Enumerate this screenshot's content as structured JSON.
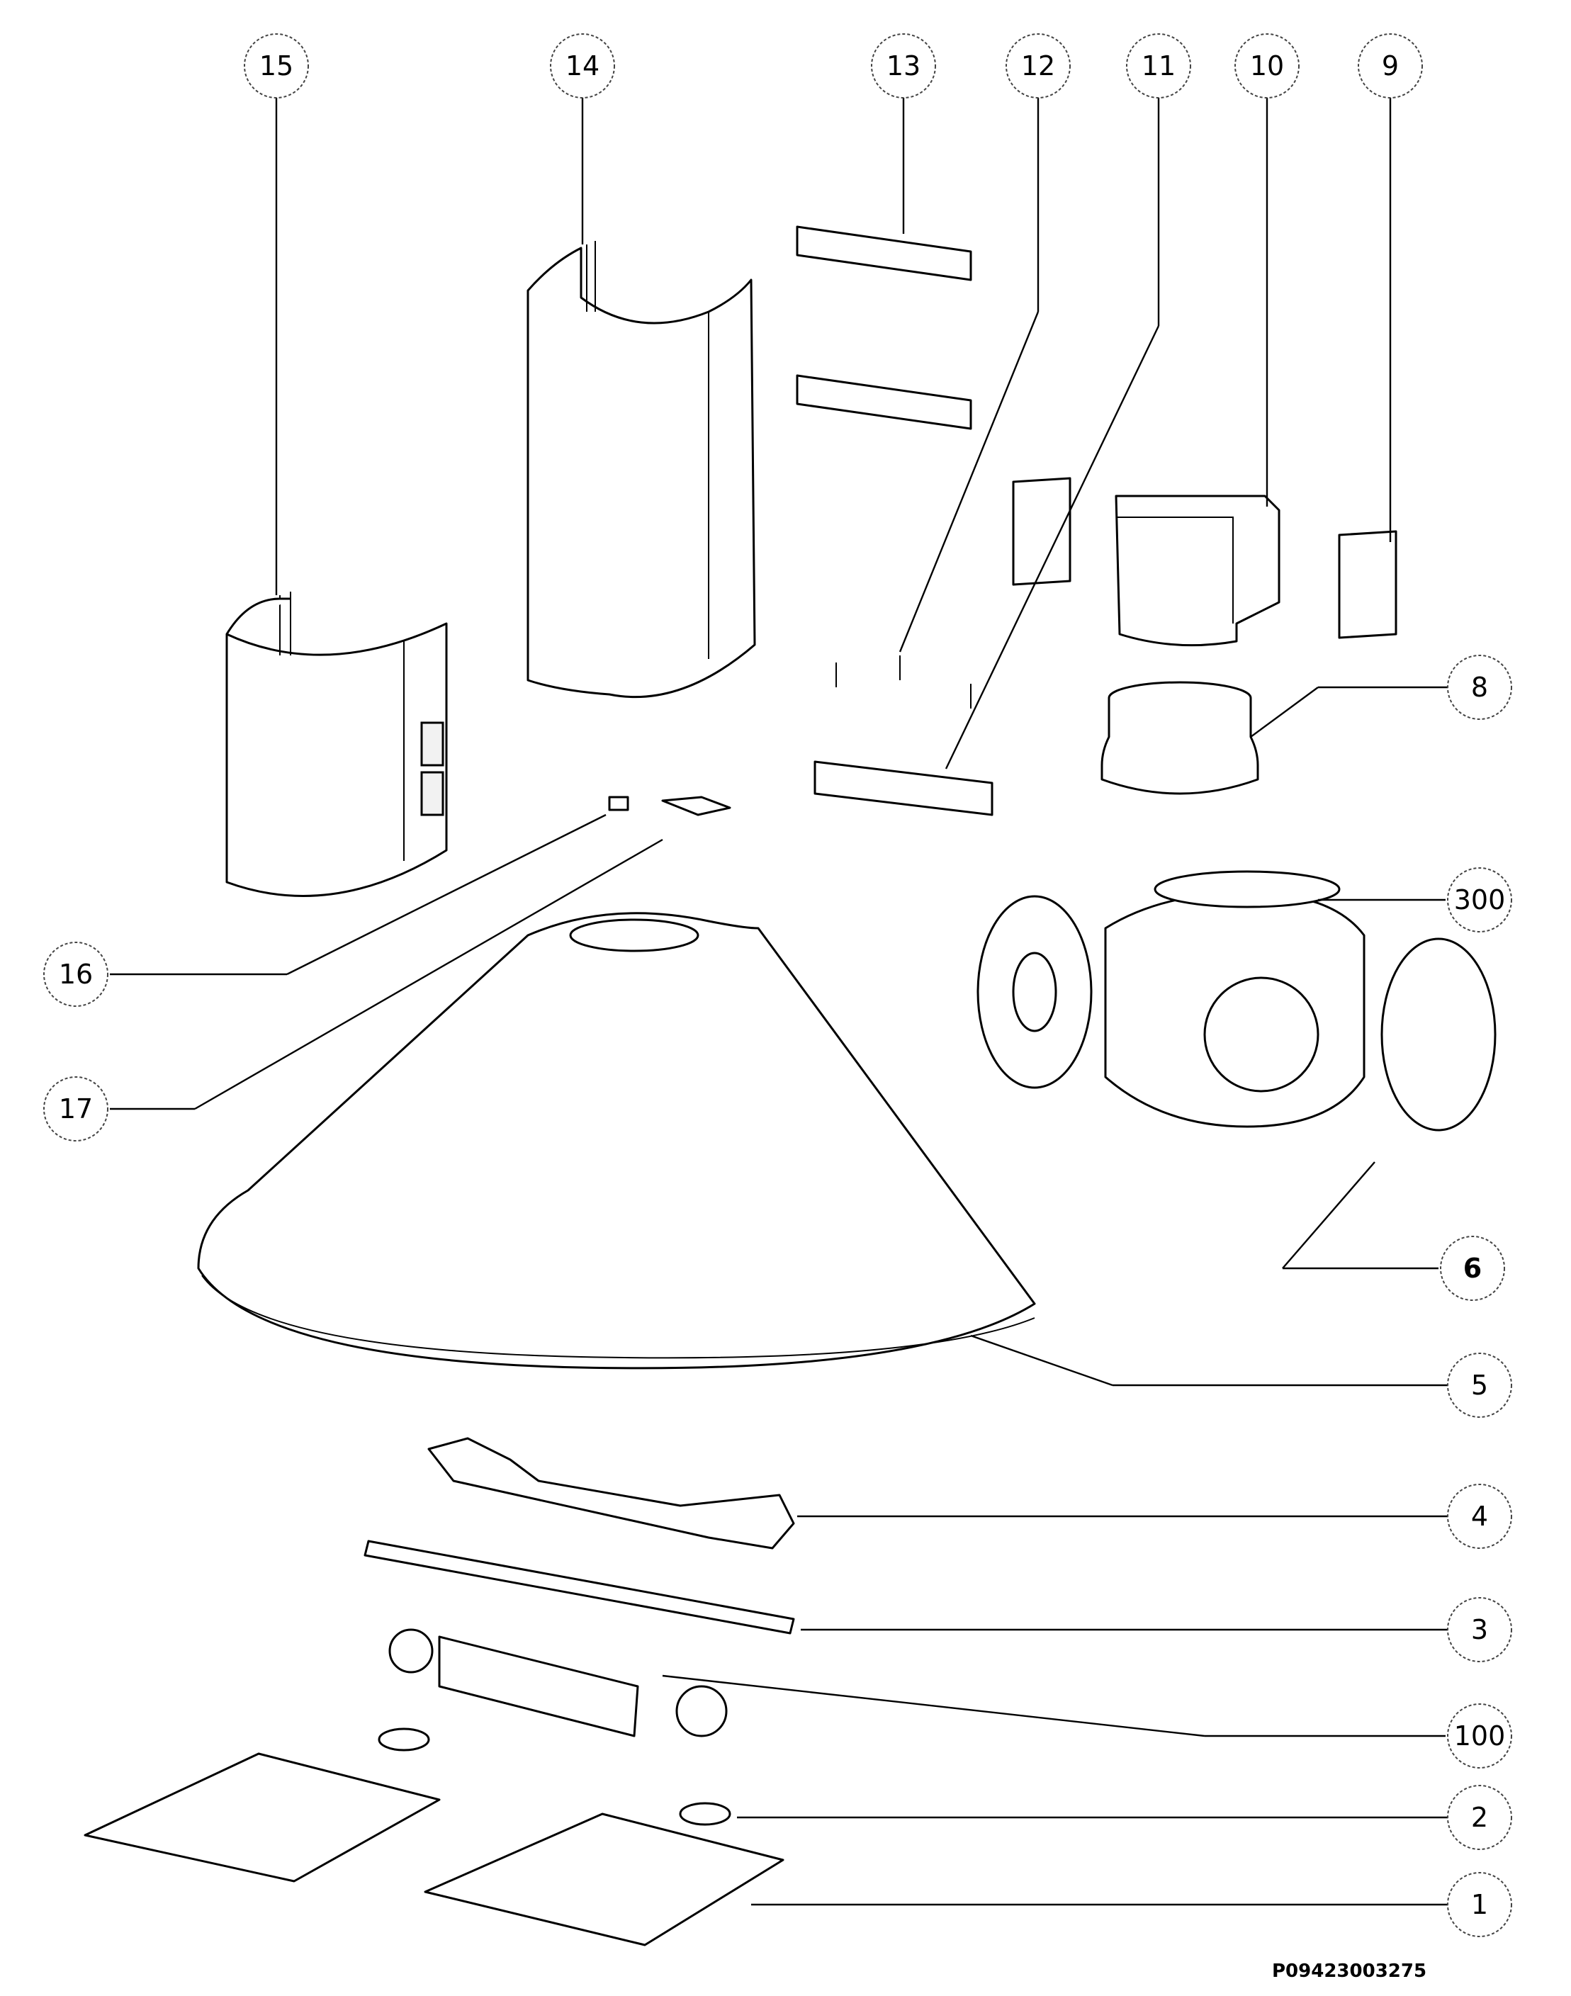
{
  "callouts": {
    "c1": "1",
    "c2": "2",
    "c3": "3",
    "c4": "4",
    "c5": "5",
    "c6": "6",
    "c8": "8",
    "c9": "9",
    "c10": "10",
    "c11": "11",
    "c12": "12",
    "c13": "13",
    "c14": "14",
    "c15": "15",
    "c16": "16",
    "c17": "17",
    "c100": "100",
    "c300": "300"
  },
  "document_number": "P09423003275"
}
